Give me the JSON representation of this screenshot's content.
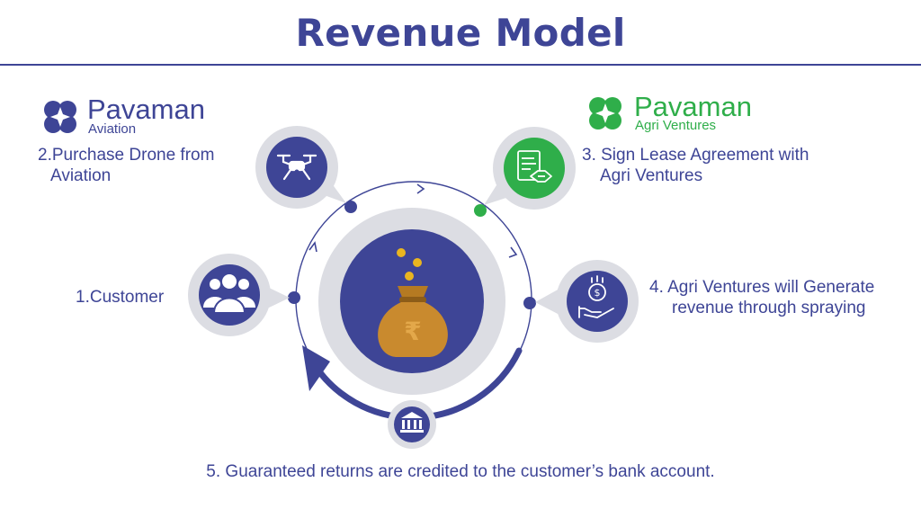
{
  "title": "Revenue Model",
  "brands": {
    "aviation": {
      "name": "Pavaman",
      "sub": "Aviation",
      "color": "#3e4596"
    },
    "agri": {
      "name": "Pavaman",
      "sub": "Agri Ventures",
      "color": "#2fae4a"
    }
  },
  "steps": {
    "customer": "1.Customer",
    "purchase_line1": "2.Purchase Drone from",
    "purchase_line2": "Aviation",
    "lease_line1": "3. Sign Lease Agreement with",
    "lease_line2": "Agri Ventures",
    "revenue_line1": "4. Agri Ventures will Generate",
    "revenue_line2": "revenue through spraying",
    "returns": "5. Guaranteed returns are credited to the customer’s bank account."
  },
  "center_symbol": "₹",
  "icons": {
    "customer": "users-icon",
    "purchase": "drone-icon",
    "lease": "agreement-handshake-icon",
    "revenue": "money-hand-icon",
    "returns": "bank-icon",
    "center": "money-bag-icon"
  },
  "colors": {
    "primary": "#3e4596",
    "green": "#2fae4a",
    "ring": "#dcdde3",
    "bag": "#c98a2e"
  }
}
